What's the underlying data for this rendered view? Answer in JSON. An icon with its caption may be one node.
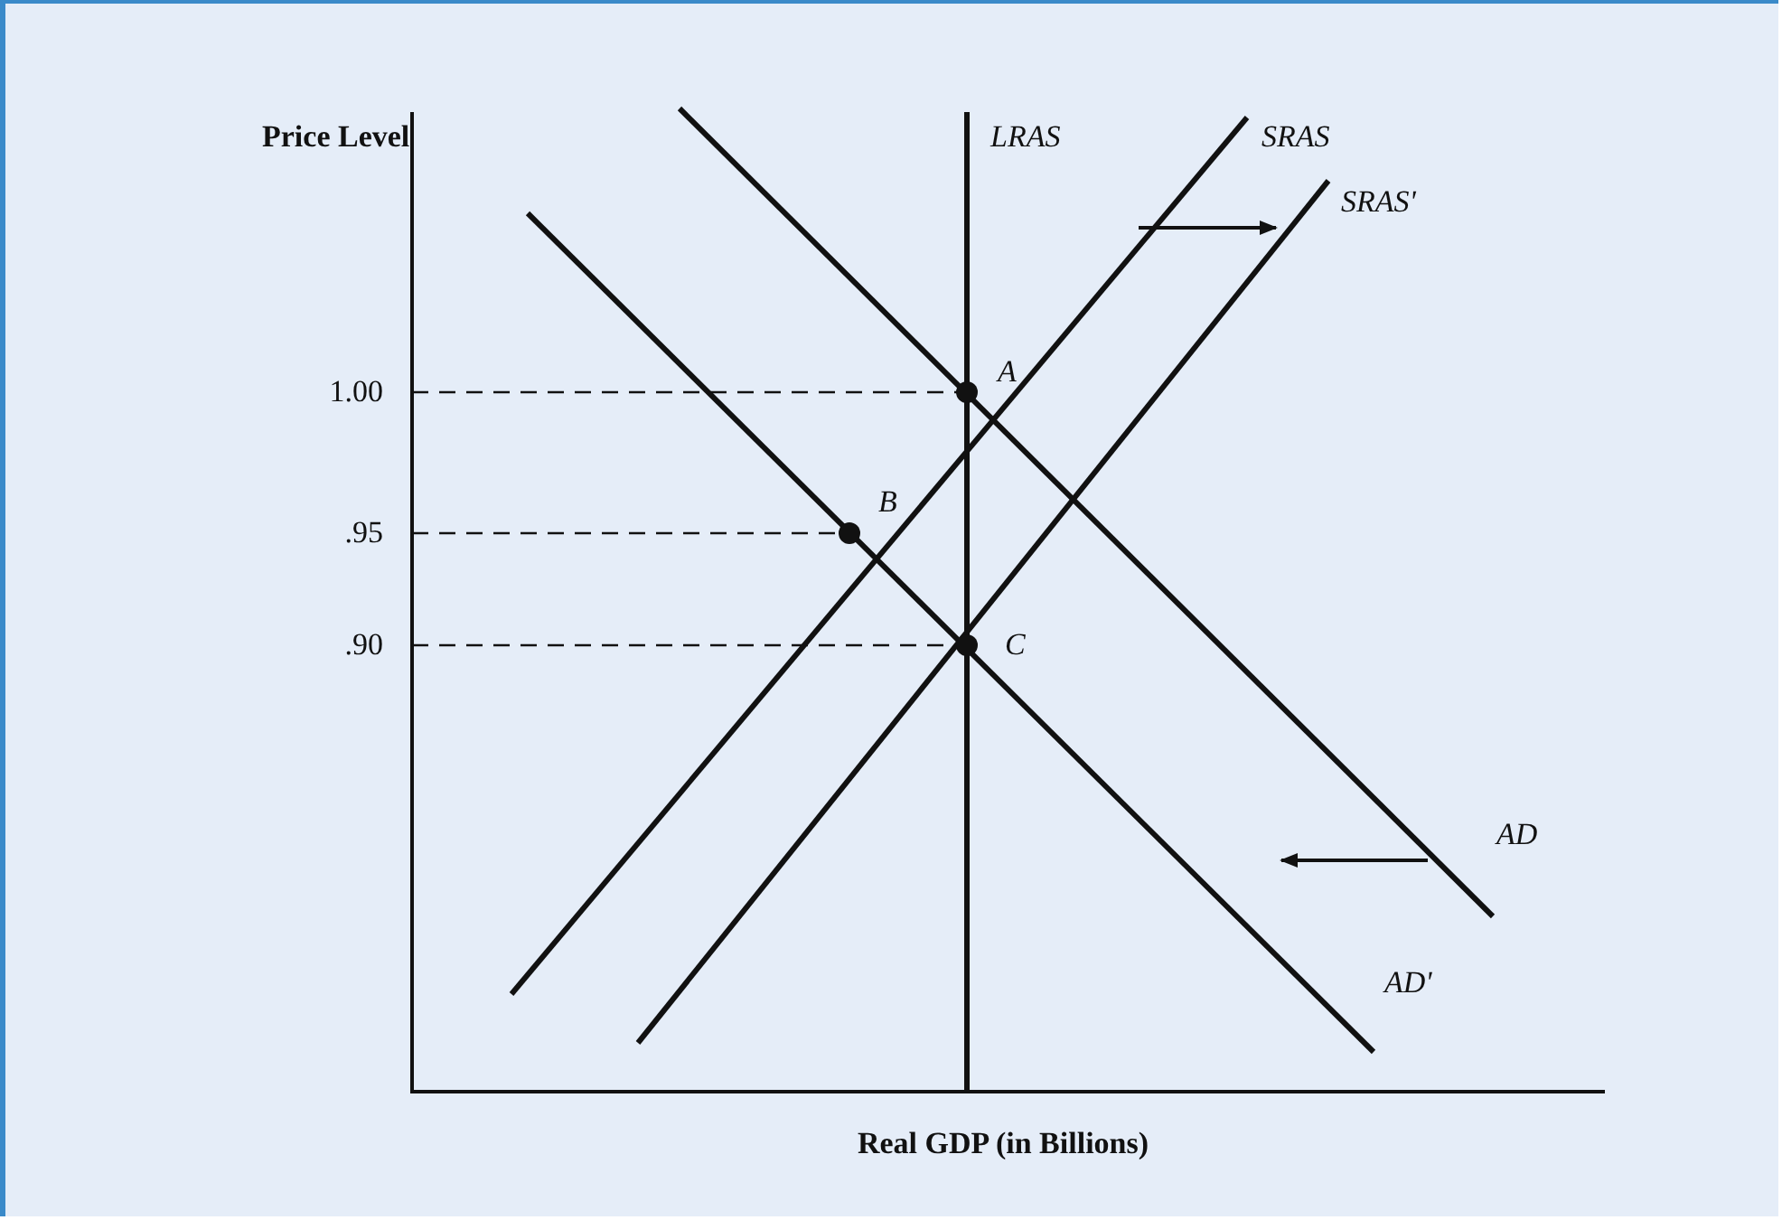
{
  "diagram": {
    "labels": [
      "Price Level",
      "LRAS",
      "SRAS",
      "SRAS'",
      "1.00",
      "A",
      ".95",
      "B",
      ".90",
      "C",
      "AD",
      "AD'",
      "Real GDP (in Billions)"
    ]
  }
}
